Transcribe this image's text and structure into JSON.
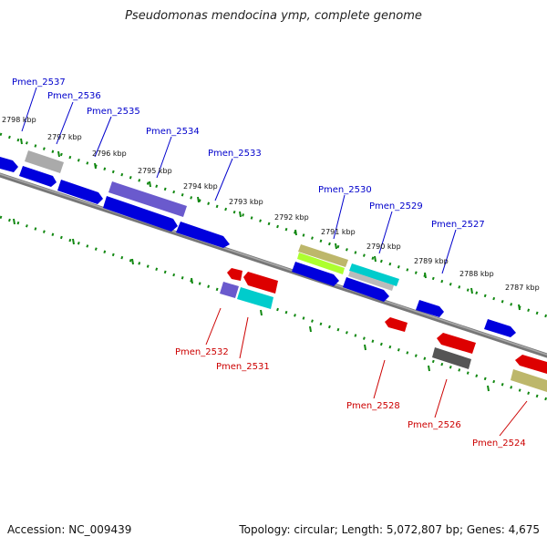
{
  "title": "Pseudomonas mendocina ymp, complete genome",
  "footer": {
    "accession": "Accession: NC_009439",
    "topology": "Topology: circular; Length: 5,072,807 bp; Genes: 4,675"
  },
  "colors": {
    "top_label": "#0000cc",
    "bottom_label": "#cc0000",
    "ruler": "#118811",
    "backbone": "#777777"
  },
  "kbp_markers": [
    "2798 kbp",
    "2797 kbp",
    "2796 kbp",
    "2795 kbp",
    "2794 kbp",
    "2793 kbp",
    "2792 kbp",
    "2791 kbp",
    "2790 kbp",
    "2789 kbp",
    "2788 kbp",
    "2787 kbp"
  ],
  "top_labels": [
    "Pmen_2537",
    "Pmen_2536",
    "Pmen_2535",
    "Pmen_2534",
    "Pmen_2533",
    "Pmen_2530",
    "Pmen_2529",
    "Pmen_2527"
  ],
  "bottom_labels": [
    "Pmen_2532",
    "Pmen_2531",
    "Pmen_2528",
    "Pmen_2526",
    "Pmen_2524"
  ]
}
